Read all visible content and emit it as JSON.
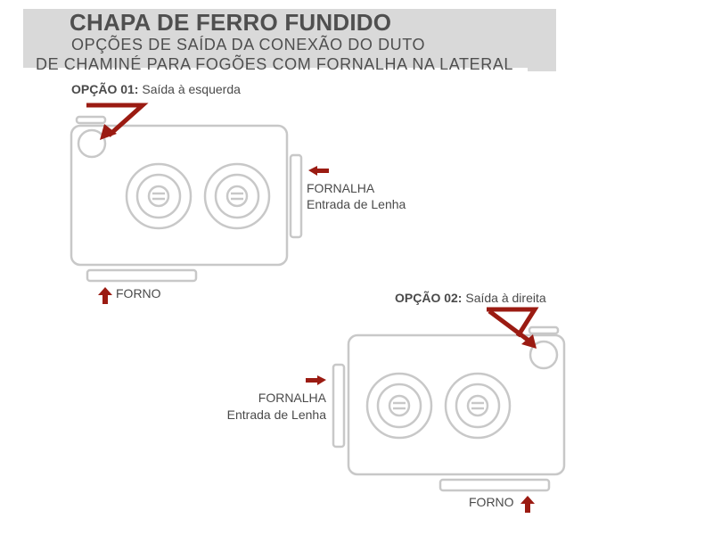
{
  "header": {
    "title": "CHAPA DE FERRO FUNDIDO",
    "subtitle_line1": "OPÇÕES DE SAÍDA DA CONEXÃO DO DUTO",
    "subtitle_line2": "DE CHAMINÉ PARA FOGÕES COM FORNALHA NA LATERAL"
  },
  "option1": {
    "label_bold": "OPÇÃO 01:",
    "label_text": " Saída à esquerda",
    "firebox_title": "FORNALHA",
    "firebox_sub": "Entrada de Lenha",
    "oven": "FORNO"
  },
  "option2": {
    "label_bold": "OPÇÃO 02:",
    "label_text": " Saída à direita",
    "firebox_title": "FORNALHA",
    "firebox_sub": "Entrada de Lenha",
    "oven": "FORNO"
  },
  "colors": {
    "arrow": "#9b1b12",
    "outline": "#c8c8c8",
    "text": "#4a4a4a",
    "header_bg": "#d9d9d9"
  }
}
